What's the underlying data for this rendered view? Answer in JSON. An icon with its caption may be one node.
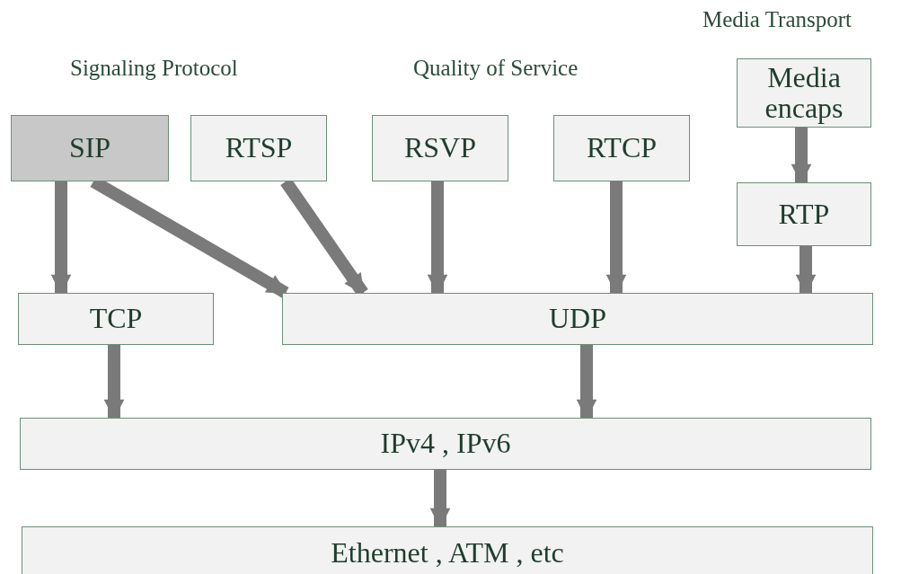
{
  "diagram": {
    "nodes": [
      {
        "text": [
          "SIP"
        ]
      },
      {
        "text": [
          "RTSP"
        ]
      },
      {
        "text": [
          "RSVP"
        ]
      },
      {
        "text": [
          "RTCP"
        ]
      },
      {
        "text": [
          "Media encaps"
        ]
      },
      {
        "text": [
          "RTP"
        ]
      },
      {
        "text": [
          "TCP"
        ]
      },
      {
        "text": [
          "UDP"
        ]
      },
      {
        "text": [
          "IPv4 , IPv6"
        ]
      },
      {
        "text": [
          "Ethernet , ATM , etc"
        ]
      }
    ],
    "edges": [
      {
        "from": 0,
        "to": 6,
        "arrow": "to"
      },
      {
        "from": 0,
        "to": 7,
        "arrow": "to"
      },
      {
        "from": 1,
        "to": 7,
        "arrow": "to"
      },
      {
        "from": 2,
        "to": 7,
        "arrow": "to"
      },
      {
        "from": 3,
        "to": 7,
        "arrow": "to"
      },
      {
        "from": 4,
        "to": 5,
        "arrow": "to"
      },
      {
        "from": 5,
        "to": 7,
        "arrow": "to"
      },
      {
        "from": 6,
        "to": 8,
        "arrow": "to"
      },
      {
        "from": 7,
        "to": 8,
        "arrow": "to"
      },
      {
        "from": 8,
        "to": 9,
        "arrow": "to"
      }
    ],
    "labels": [
      "Media Transport",
      "Signaling Protocol",
      "Quality of Service"
    ]
  }
}
